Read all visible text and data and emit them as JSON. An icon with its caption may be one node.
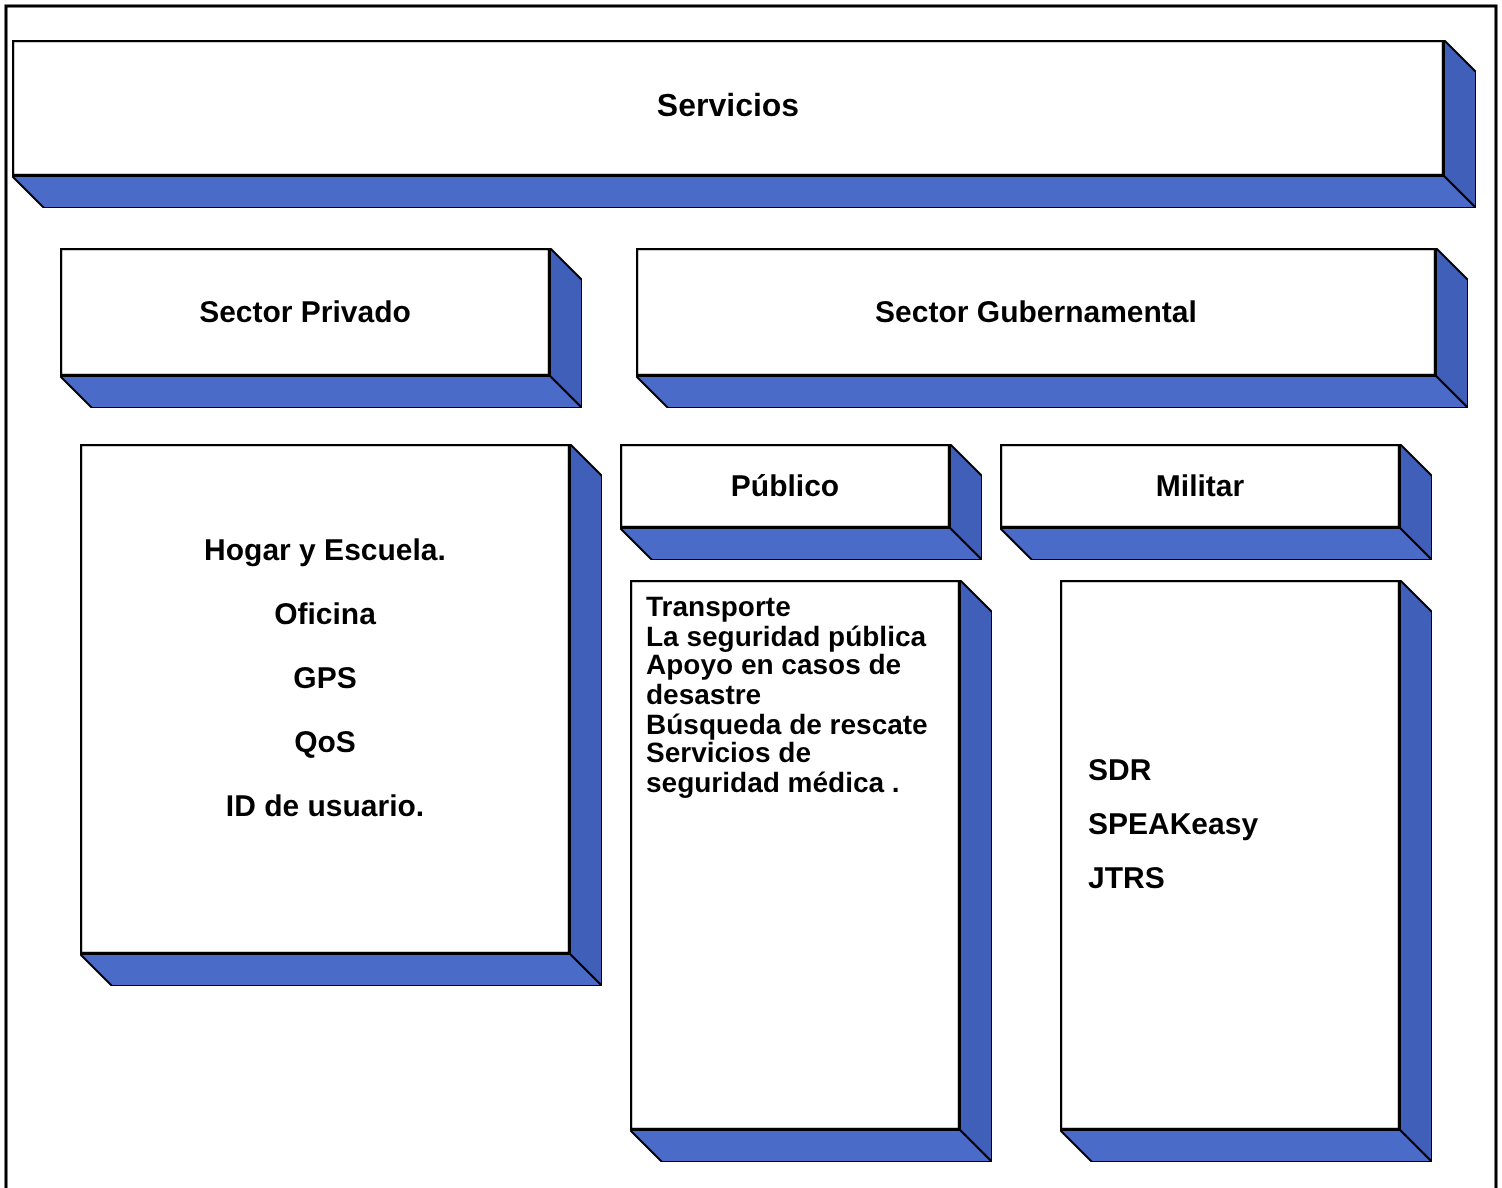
{
  "diagram": {
    "nodes": [
      {
        "text": [
          "Servicios"
        ]
      },
      {
        "text": [
          "Sector Privado"
        ]
      },
      {
        "text": [
          "Sector Gubernamental"
        ]
      },
      {
        "text": [
          "Hogar y Escuela.",
          "Oficina",
          "GPS",
          "QoS",
          "ID de usuario."
        ]
      },
      {
        "text": [
          "Público"
        ]
      },
      {
        "text": [
          "Militar"
        ]
      },
      {
        "text": [
          "Transporte",
          "La seguridad pública",
          "Apoyo en casos de desastre",
          "Búsqueda de rescate",
          "Servicios de seguridad médica ."
        ]
      },
      {
        "text": [
          "SDR",
          "SPEAKeasy",
          "JTRS"
        ]
      }
    ]
  }
}
